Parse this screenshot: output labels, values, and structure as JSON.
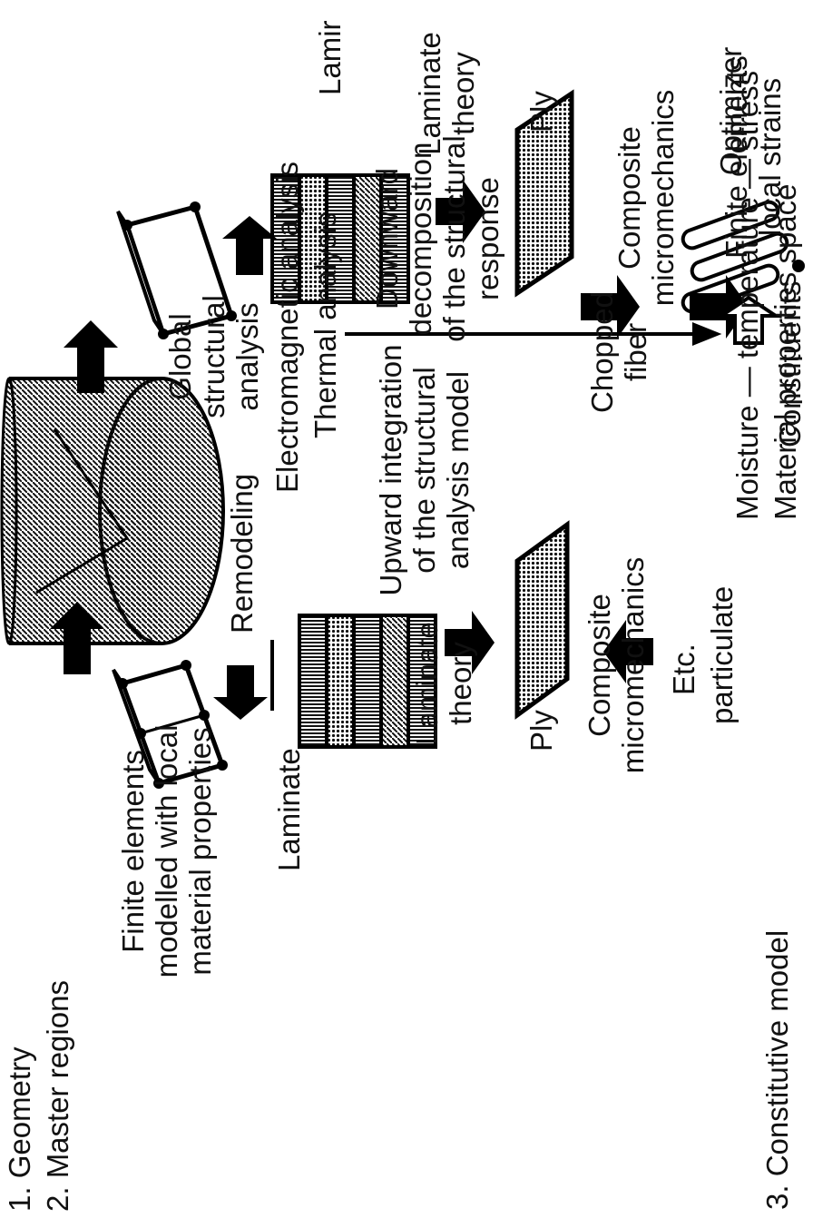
{
  "steps": {
    "geometry": "1. Geometry",
    "master_regions": "2. Master regions",
    "constitutive_model": "3. Constitutive model"
  },
  "upward": {
    "fe_line1": "Finite elements",
    "fe_line2": "modelled with local",
    "fe_line3": "material properties",
    "remodeling": "Remodeling",
    "laminate": "Laminate",
    "laminate_theory_1": "Laminate",
    "laminate_theory_2": "theory",
    "ply": "Ply",
    "micromech_1": "Composite",
    "micromech_2": "micromechanics",
    "integration_1": "Upward integration",
    "integration_2": "of the structural",
    "integration_3": "analysis model",
    "etc": "Etc.",
    "particulate": "particulate",
    "chopped_1": "Chopped",
    "chopped_2": "fiber",
    "constituents": "Constituents"
  },
  "center": {
    "global_1": "Global",
    "global_2": "structural",
    "global_3": "analysis",
    "em_analysis": "Electromagnetic analysis",
    "thermal": "Thermal analysis",
    "decomp_1": "Downward",
    "decomp_2": "decomposition",
    "decomp_3": "of the structural",
    "decomp_4": "response"
  },
  "downward": {
    "fe_line1": "Finite elements",
    "fe_line2": "local strains",
    "laminate": "Lamir",
    "laminate_theory_1": "Laminate",
    "laminate_theory_2": "theory",
    "ply": "Ply",
    "micromech_1": "Composite",
    "micromech_2": "micromechanics",
    "optimizer": "Optimizer",
    "space_1": "Moisture — temperature — stress",
    "space_2": "Material properties space"
  }
}
